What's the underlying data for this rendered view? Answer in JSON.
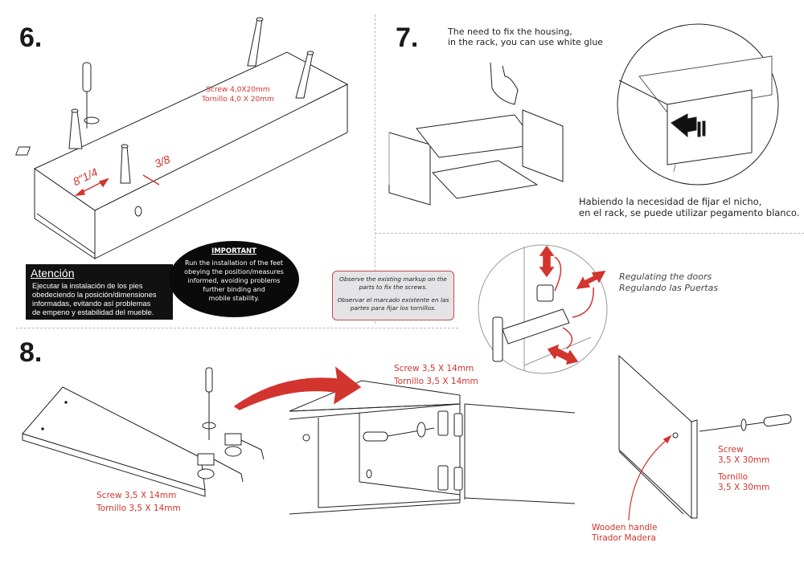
{
  "steps": {
    "step6": {
      "number": "6.",
      "screw_label": "Screw 4,0X20mm",
      "tornillo_label": "Tornillo 4,0 X 20mm",
      "dimension_distance": "8\"1/4",
      "dimension_offset": "3/8",
      "atencion": {
        "title": "Atención",
        "lines": [
          "Ejecutar la instalación de los pies",
          "obedeciendo la posición/dimensiones",
          "informadas, evitando así problemas",
          "de empeno y estabilidad del mueble."
        ]
      },
      "important": {
        "title": "IMPORTANT",
        "lines": [
          "Run the installation of the feet",
          "obeying the position/measures",
          "informed, avoiding problems",
          "further binding and",
          "mobile stability."
        ]
      }
    },
    "step7": {
      "number": "7.",
      "instruction_en": [
        "The need to fix the housing,",
        "in the rack, you can use white glue"
      ],
      "instruction_es": [
        "Habiendo la necesidad de fijar el nicho,",
        "en el rack, se puede utilizar pegamento blanco."
      ]
    },
    "note": {
      "en": [
        "Observe the existing markup on the",
        "parts to fix the screws."
      ],
      "es": [
        "Observar el marcado existente en las",
        "partes para fijar los tornillos."
      ]
    },
    "regulating": {
      "en": "Regulating the doors",
      "es": "Regulando las Puertas"
    },
    "step8": {
      "number": "8.",
      "screw_left": "Screw 3,5 X 14mm",
      "tornillo_left": "Tornillo 3,5 X 14mm",
      "screw_center": "Screw 3,5 X 14mm",
      "tornillo_center": "Tornillo 3,5 X 14mm",
      "screw_right": [
        "Screw",
        "3,5 X 30mm"
      ],
      "tornillo_right": [
        "Tornillo",
        "3,5 X 30mm"
      ],
      "handle": [
        "Wooden handle",
        "Tirador Madera"
      ]
    }
  },
  "colors": {
    "accent_red": "#d2342e",
    "note_border": "#c94a4a",
    "note_bg": "#e4e4e6",
    "divider": "#b9b9b9"
  }
}
